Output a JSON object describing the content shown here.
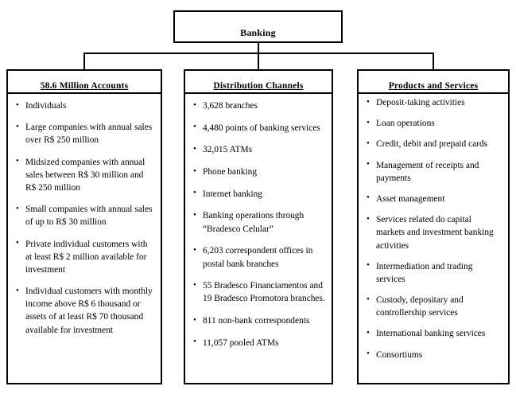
{
  "diagram": {
    "root": {
      "label": "Banking"
    },
    "columns": [
      {
        "header": "58.6 Million Accounts",
        "items": [
          "Individuals",
          "Large companies with annual sales over R$ 250 million",
          "Midsized companies with annual sales between R$ 30 million and R$ 250 million",
          "Small companies with annual sales of up to R$ 30 million",
          "Private individual customers with at least R$ 2 million available for investment",
          "Individual customers with monthly income above R$ 6 thousand or assets of at least R$ 70 thousand available for investment"
        ]
      },
      {
        "header": "Distribution Channels",
        "items": [
          "3,628 branches",
          "4,480 points of banking services",
          "32,015 ATMs",
          "Phone banking",
          "Internet banking",
          "Banking operations through “Bradesco Celular”",
          "6,203 correspondent offices in postal bank branches",
          "55 Bradesco Financiamentos and 19 Bradesco Promotora branches.",
          "811 non-bank correspondents",
          "11,057 pooled ATMs"
        ]
      },
      {
        "header": "Products and Services",
        "items": [
          "Deposit-taking activities",
          "Loan operations",
          "Credit, debit and prepaid cards",
          "Management of receipts  and payments",
          "Asset management",
          "Services related do capital markets and investment banking activities",
          "Intermediation and trading services",
          "Custody, depositary and controllership services",
          "International banking services",
          "Consortiums"
        ]
      }
    ],
    "colors": {
      "line": "#000000",
      "background": "#ffffff",
      "text": "#000000"
    }
  }
}
